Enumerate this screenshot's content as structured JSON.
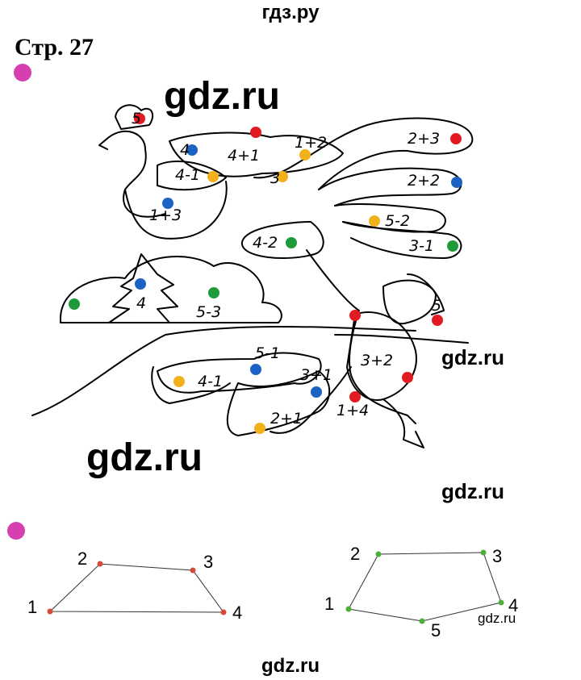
{
  "header": {
    "site": "гдз.ру",
    "page_number": "Стр. 27"
  },
  "colors": {
    "bullet": "#d63fb0",
    "red": "#e21b23",
    "blue": "#1a63c4",
    "yellow": "#f2b01b",
    "green": "#1f9a3a",
    "dot_red_path": "#d64a3a",
    "dot_green_path": "#4caf3a"
  },
  "watermarks": {
    "main_1": "gdz.ru",
    "main_2": "gdz.ru",
    "side_1": "gdz.ru",
    "side_2": "gdz.ru",
    "small": "gdz.ru",
    "bottom": "gdz.ru"
  },
  "picture": {
    "expressions": {
      "crest": "5",
      "wing_4": "4",
      "wing_4p1": "4+1",
      "wing_1p2": "1+2",
      "wing_4m1": "4-1",
      "wing_3": "3",
      "body_1p3": "1+3",
      "tail_2p3": "2+3",
      "tail_2p2": "2+2",
      "tail_5m2": "5-2",
      "tail_3m1": "3-1",
      "tail_4m2": "4-2",
      "tree_4": "4",
      "bush_5m3": "5-3",
      "cap_5": "5",
      "coat_3p2": "3+2",
      "leg_5m1": "5-1",
      "leg_4m1": "4-1",
      "leg_3p1": "3+1",
      "leg_2p1": "2+1",
      "sleeve_1p4": "1+4"
    }
  },
  "figures": {
    "left": {
      "labels": [
        "1",
        "2",
        "3",
        "4"
      ]
    },
    "right": {
      "labels": [
        "1",
        "2",
        "3",
        "4",
        "5"
      ]
    }
  }
}
